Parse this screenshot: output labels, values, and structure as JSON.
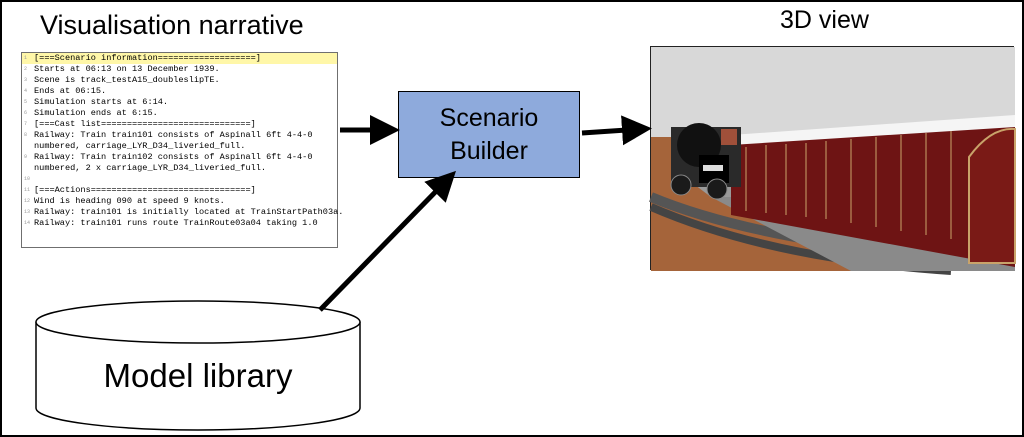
{
  "narrative": {
    "title": "Visualisation narrative",
    "lines": [
      "[===Scenario information===================]",
      "Starts at 06:13 on 13 December 1939.",
      "Scene is track_testA15_doubleslipTE.",
      "Ends at 06:15.",
      "Simulation starts at 6:14.",
      "Simulation ends at 6:15.",
      "[===Cast list=============================]",
      "Railway: Train train101 consists of Aspinall 6ft 4-4-0",
      "numbered, carriage_LYR_D34_liveried_full.",
      "Railway: Train train102 consists of Aspinall 6ft 4-4-0",
      "numbered, 2 x carriage_LYR_D34_liveried_full.",
      "",
      "[===Actions===============================]",
      "Wind is heading 090 at speed 9 knots.",
      "Railway: train101 is initially located at TrainStartPath03a.",
      "Railway: train101 runs route TrainRoute03a04 taking 1.0"
    ]
  },
  "builder": {
    "line1": "Scenario",
    "line2": "Builder"
  },
  "view3d": {
    "title": "3D view"
  },
  "library": {
    "label": "Model library"
  },
  "colors": {
    "builder_fill": "#8eaadc",
    "highlight": "#fff7a8"
  }
}
